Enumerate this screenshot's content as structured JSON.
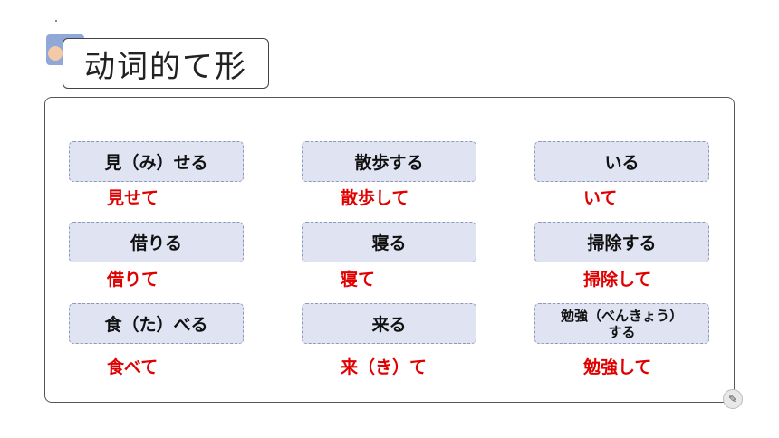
{
  "title": "动词的て形",
  "cards": [
    {
      "word": "見（み）せる",
      "answer": "見せて"
    },
    {
      "word": "散歩する",
      "answer": "散歩して"
    },
    {
      "word": "いる",
      "answer": "いて"
    },
    {
      "word": "借りる",
      "answer": "借りて"
    },
    {
      "word": "寝る",
      "answer": "寝て"
    },
    {
      "word": "掃除する",
      "answer": "掃除して"
    },
    {
      "word": "食（た）べる",
      "answer": "食べて"
    },
    {
      "word": "来る",
      "answer": "来（き）て"
    },
    {
      "word": "勉強（べんきょう）\nする",
      "answer": "勉強して"
    }
  ],
  "icons": {
    "corner": "edit-note-icon"
  },
  "colors": {
    "answer": "#e00000",
    "card_bg": "#dfe3f2",
    "accent": "#8fa8d8"
  }
}
